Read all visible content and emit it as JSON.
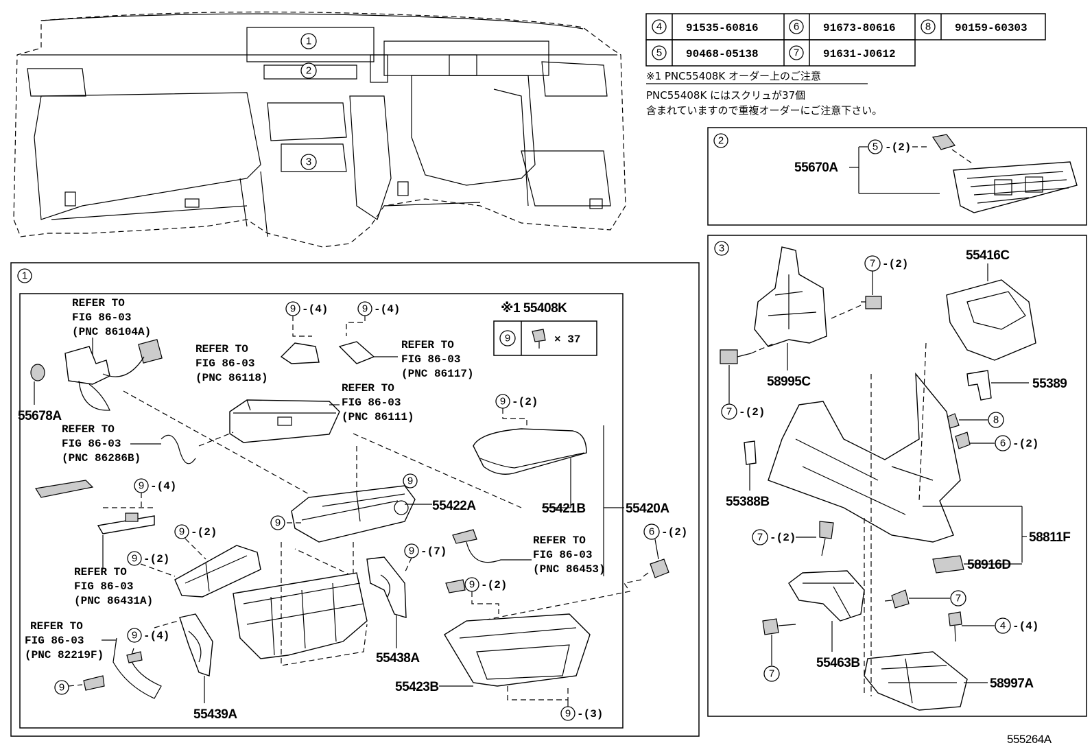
{
  "diagram_code": "555264A",
  "fastener_table": [
    {
      "ref": "4",
      "part": "91535-60816"
    },
    {
      "ref": "6",
      "part": "91673-80616"
    },
    {
      "ref": "8",
      "part": "90159-60303"
    },
    {
      "ref": "5",
      "part": "90468-05138"
    },
    {
      "ref": "7",
      "part": "91631-J0612"
    }
  ],
  "note": {
    "heading": "※1  PNC55408K オーダー上のご注意",
    "line1": "PNC55408K にはスクリュが37個",
    "line2": "含まれていますので重複オーダーにご注意下さい。"
  },
  "overview_callouts": [
    "1",
    "2",
    "3"
  ],
  "panel1": {
    "badge": "1",
    "labels": {
      "refer_86104a": [
        "REFER TO",
        "FIG 86-03",
        "(PNC 86104A)"
      ],
      "refer_86118": [
        "REFER TO",
        "FIG 86-03",
        "(PNC 86118)"
      ],
      "refer_86117": [
        "REFER TO",
        "FIG 86-03",
        "(PNC 86117)"
      ],
      "refer_86111": [
        "REFER TO",
        "FIG 86-03",
        "(PNC 86111)"
      ],
      "refer_86286b": [
        "REFER TO",
        "FIG 86-03",
        "(PNC 86286B)"
      ],
      "refer_86431a": [
        "REFER TO",
        "FIG 86-03",
        "(PNC 86431A)"
      ],
      "refer_86453": [
        "REFER TO",
        "FIG 86-03",
        "(PNC 86453)"
      ],
      "refer_82219f": [
        "REFER TO",
        "FIG 86-03",
        "(PNC 82219F)"
      ]
    },
    "kit": {
      "title": "※1 55408K",
      "ref": "9",
      "qty": "× 37"
    },
    "parts": {
      "p55678A": "55678A",
      "p55422A": "55422A",
      "p55421B": "55421B",
      "p55420A": "55420A",
      "p55438A": "55438A",
      "p55423B": "55423B",
      "p55439A": "55439A"
    },
    "qty": {
      "q4": "-(4)",
      "q2": "-(2)",
      "q7": "-(7)",
      "q3": "-(3)"
    }
  },
  "panel2": {
    "badge": "2",
    "part": "55670A",
    "fastener": "5",
    "qty": "-(2)"
  },
  "panel3": {
    "badge": "3",
    "parts": {
      "p55416C": "55416C",
      "p58995C": "58995C",
      "p55389": "55389",
      "p55388B": "55388B",
      "p58811F": "58811F",
      "p58916D": "58916D",
      "p55463B": "55463B",
      "p58997A": "58997A"
    },
    "qty": {
      "q2": "-(2)",
      "q4": "-(4)"
    }
  }
}
